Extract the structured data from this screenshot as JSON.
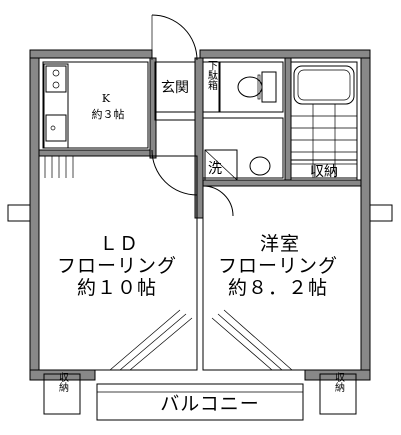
{
  "rooms": {
    "kitchen": {
      "name": "K",
      "size": "約３帖"
    },
    "entrance": {
      "name": "玄関"
    },
    "shoe_box": {
      "name": "下駄箱"
    },
    "washer": {
      "name": "洗"
    },
    "storage_main": {
      "name": "収納"
    },
    "ld": {
      "name": "ＬＤ",
      "type": "フローリング",
      "size": "約１０帖"
    },
    "western": {
      "name": "洋室",
      "type": "フローリング",
      "size": "約８．２帖"
    },
    "storage_left": {
      "name": "収納"
    },
    "storage_right": {
      "name": "収納"
    },
    "balcony": {
      "name": "バルコニー"
    }
  },
  "colors": {
    "wall": "#888888",
    "line": "#000000",
    "background": "#ffffff"
  }
}
